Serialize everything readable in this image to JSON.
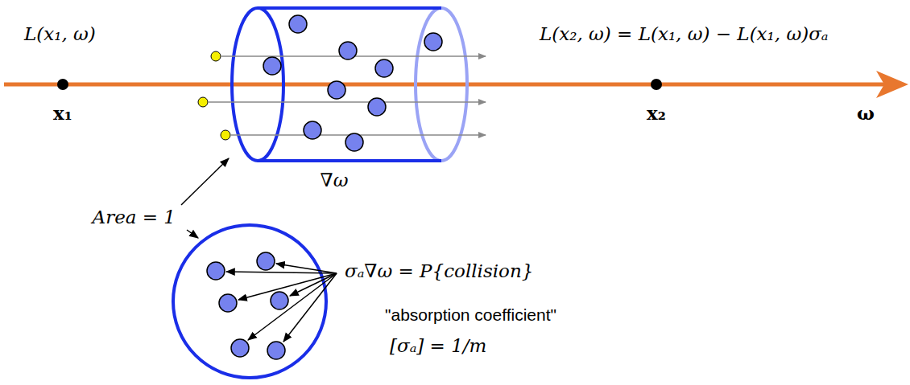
{
  "diagram": {
    "labels": [
      "L(x₁, ω)",
      "L(x₂, ω) = L(x₁, ω) − L(x₁, ω)σₐ",
      "x₁",
      "x₂",
      "ω",
      "∇ω",
      "Area = 1",
      "σₐ∇ω = P{collision}",
      "\"absorption coefficient\"",
      "[σₐ] = 1/m"
    ]
  }
}
